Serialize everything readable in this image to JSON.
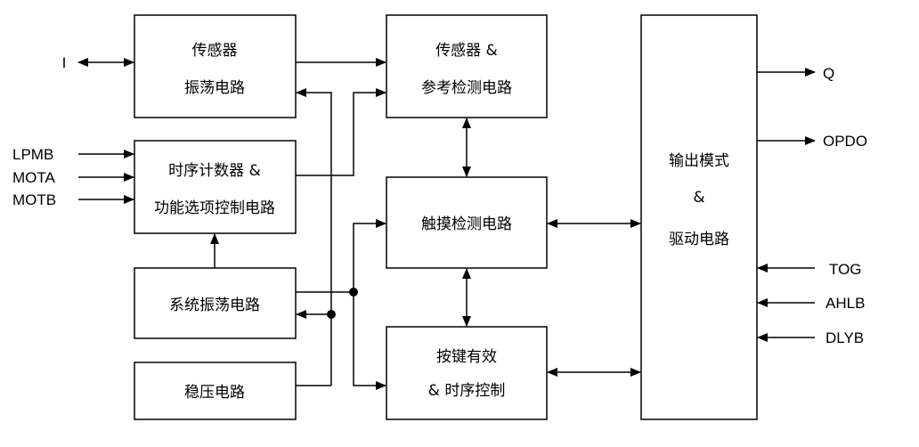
{
  "blocks": {
    "sensor_osc": [
      "传感器",
      "振荡电路"
    ],
    "sensor_ref": [
      "传感器 &",
      "参考检测电路"
    ],
    "timing_counter": [
      "时序计数器 &",
      "功能选项控制电路"
    ],
    "touch_detect": [
      "触摸检测电路"
    ],
    "output_drive": [
      "输出模式",
      "&",
      "驱动电路"
    ],
    "sys_osc": [
      "系统振荡电路"
    ],
    "key_valid": [
      "按键有效",
      "& 时序控制"
    ],
    "regulator": [
      "稳压电路"
    ]
  },
  "signals": {
    "io": "I",
    "lpmb": "LPMB",
    "mota": "MOTA",
    "motb": "MOTB",
    "q": "Q",
    "opdo": "OPDO",
    "tog": "TOG",
    "ahlb": "AHLB",
    "dlyb": "DLYB"
  }
}
